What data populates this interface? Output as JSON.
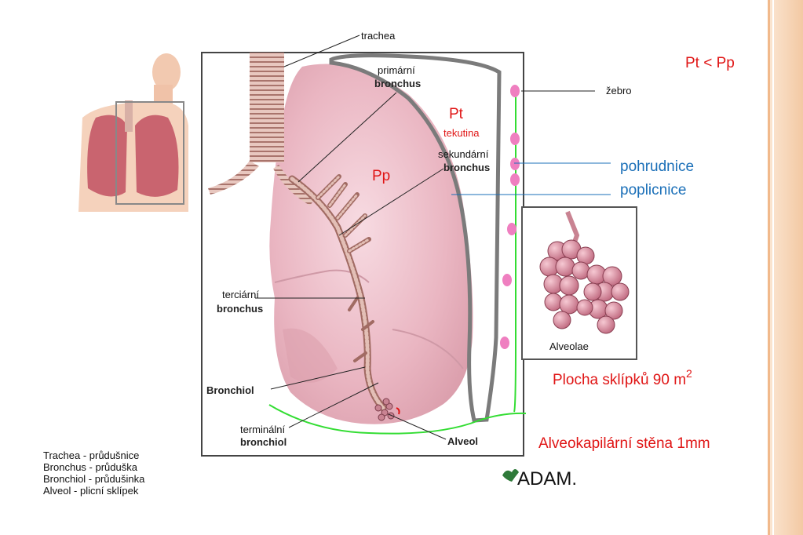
{
  "labels": {
    "trachea": "trachea",
    "primarni_1": "primární",
    "primarni_2": "bronchus",
    "zebro": "žebro",
    "sekundarni_1": "sekundární",
    "sekundarni_2": "bronchus",
    "terciarni_1": "terciární",
    "terciarni_2": "bronchus",
    "bronchiol": "Bronchiol",
    "terminalni_1": "terminální",
    "terminalni_2": "bronchiol",
    "alveol": "Alveol",
    "alveolae": "Alveolae",
    "pt": "Pt",
    "tekutina": "tekutina",
    "pp": "Pp"
  },
  "annotations": {
    "pressure": "Pt < Pp",
    "pohrudnice": "pohrudnice",
    "poplicnice": "poplicnice",
    "plocha": "Plocha sklípků 90 m",
    "plocha_sup": "2",
    "stena": "Alveokapilární stěna 1mm"
  },
  "legend": [
    "Trachea - průdušnice",
    "Bronchus - průduška",
    "Bronchiol - průdušinka",
    "Alveol - plicní sklípek"
  ],
  "logo": "ADAM.",
  "colors": {
    "red": "#e01515",
    "blue": "#1a6fb8",
    "pleura_green": "#33dd33",
    "rib_pink": "#ef7fc0"
  }
}
